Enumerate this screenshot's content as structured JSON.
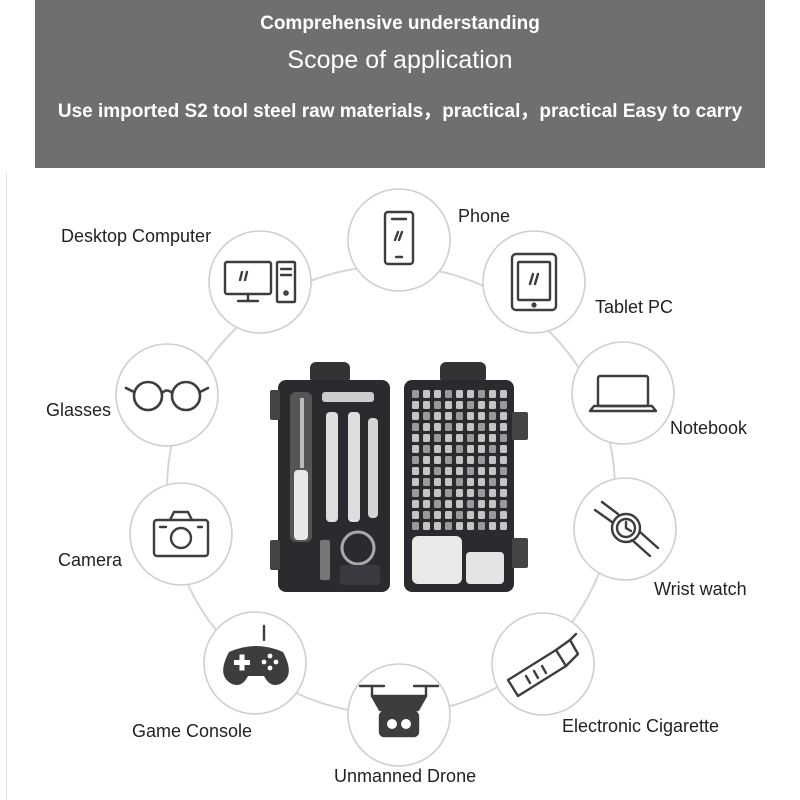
{
  "banner": {
    "line1": "Comprehensive understanding",
    "line2": "Scope of application",
    "line3": "Use imported S2 tool steel raw materials，practical，practical Easy to carry"
  },
  "items": [
    {
      "label": "Phone",
      "icon": "phone-icon"
    },
    {
      "label": "Tablet PC",
      "icon": "tablet-icon"
    },
    {
      "label": "Notebook",
      "icon": "laptop-icon"
    },
    {
      "label": "Wrist watch",
      "icon": "wristwatch-icon"
    },
    {
      "label": "Electronic Cigarette",
      "icon": "e-cigarette-icon"
    },
    {
      "label": "Unmanned Drone",
      "icon": "drone-icon"
    },
    {
      "label": "Game Console",
      "icon": "gamepad-icon"
    },
    {
      "label": "Camera",
      "icon": "camera-icon"
    },
    {
      "label": "Glasses",
      "icon": "glasses-icon"
    },
    {
      "label": "Desktop Computer",
      "icon": "desktop-computer-icon"
    }
  ],
  "product": {
    "icon": "screwdriver-kit-icon"
  },
  "colors": {
    "banner": "#6f6f6f",
    "ring": "#d6d6d6",
    "icon": "#3d3d3d",
    "case": "#2b2b2f"
  }
}
